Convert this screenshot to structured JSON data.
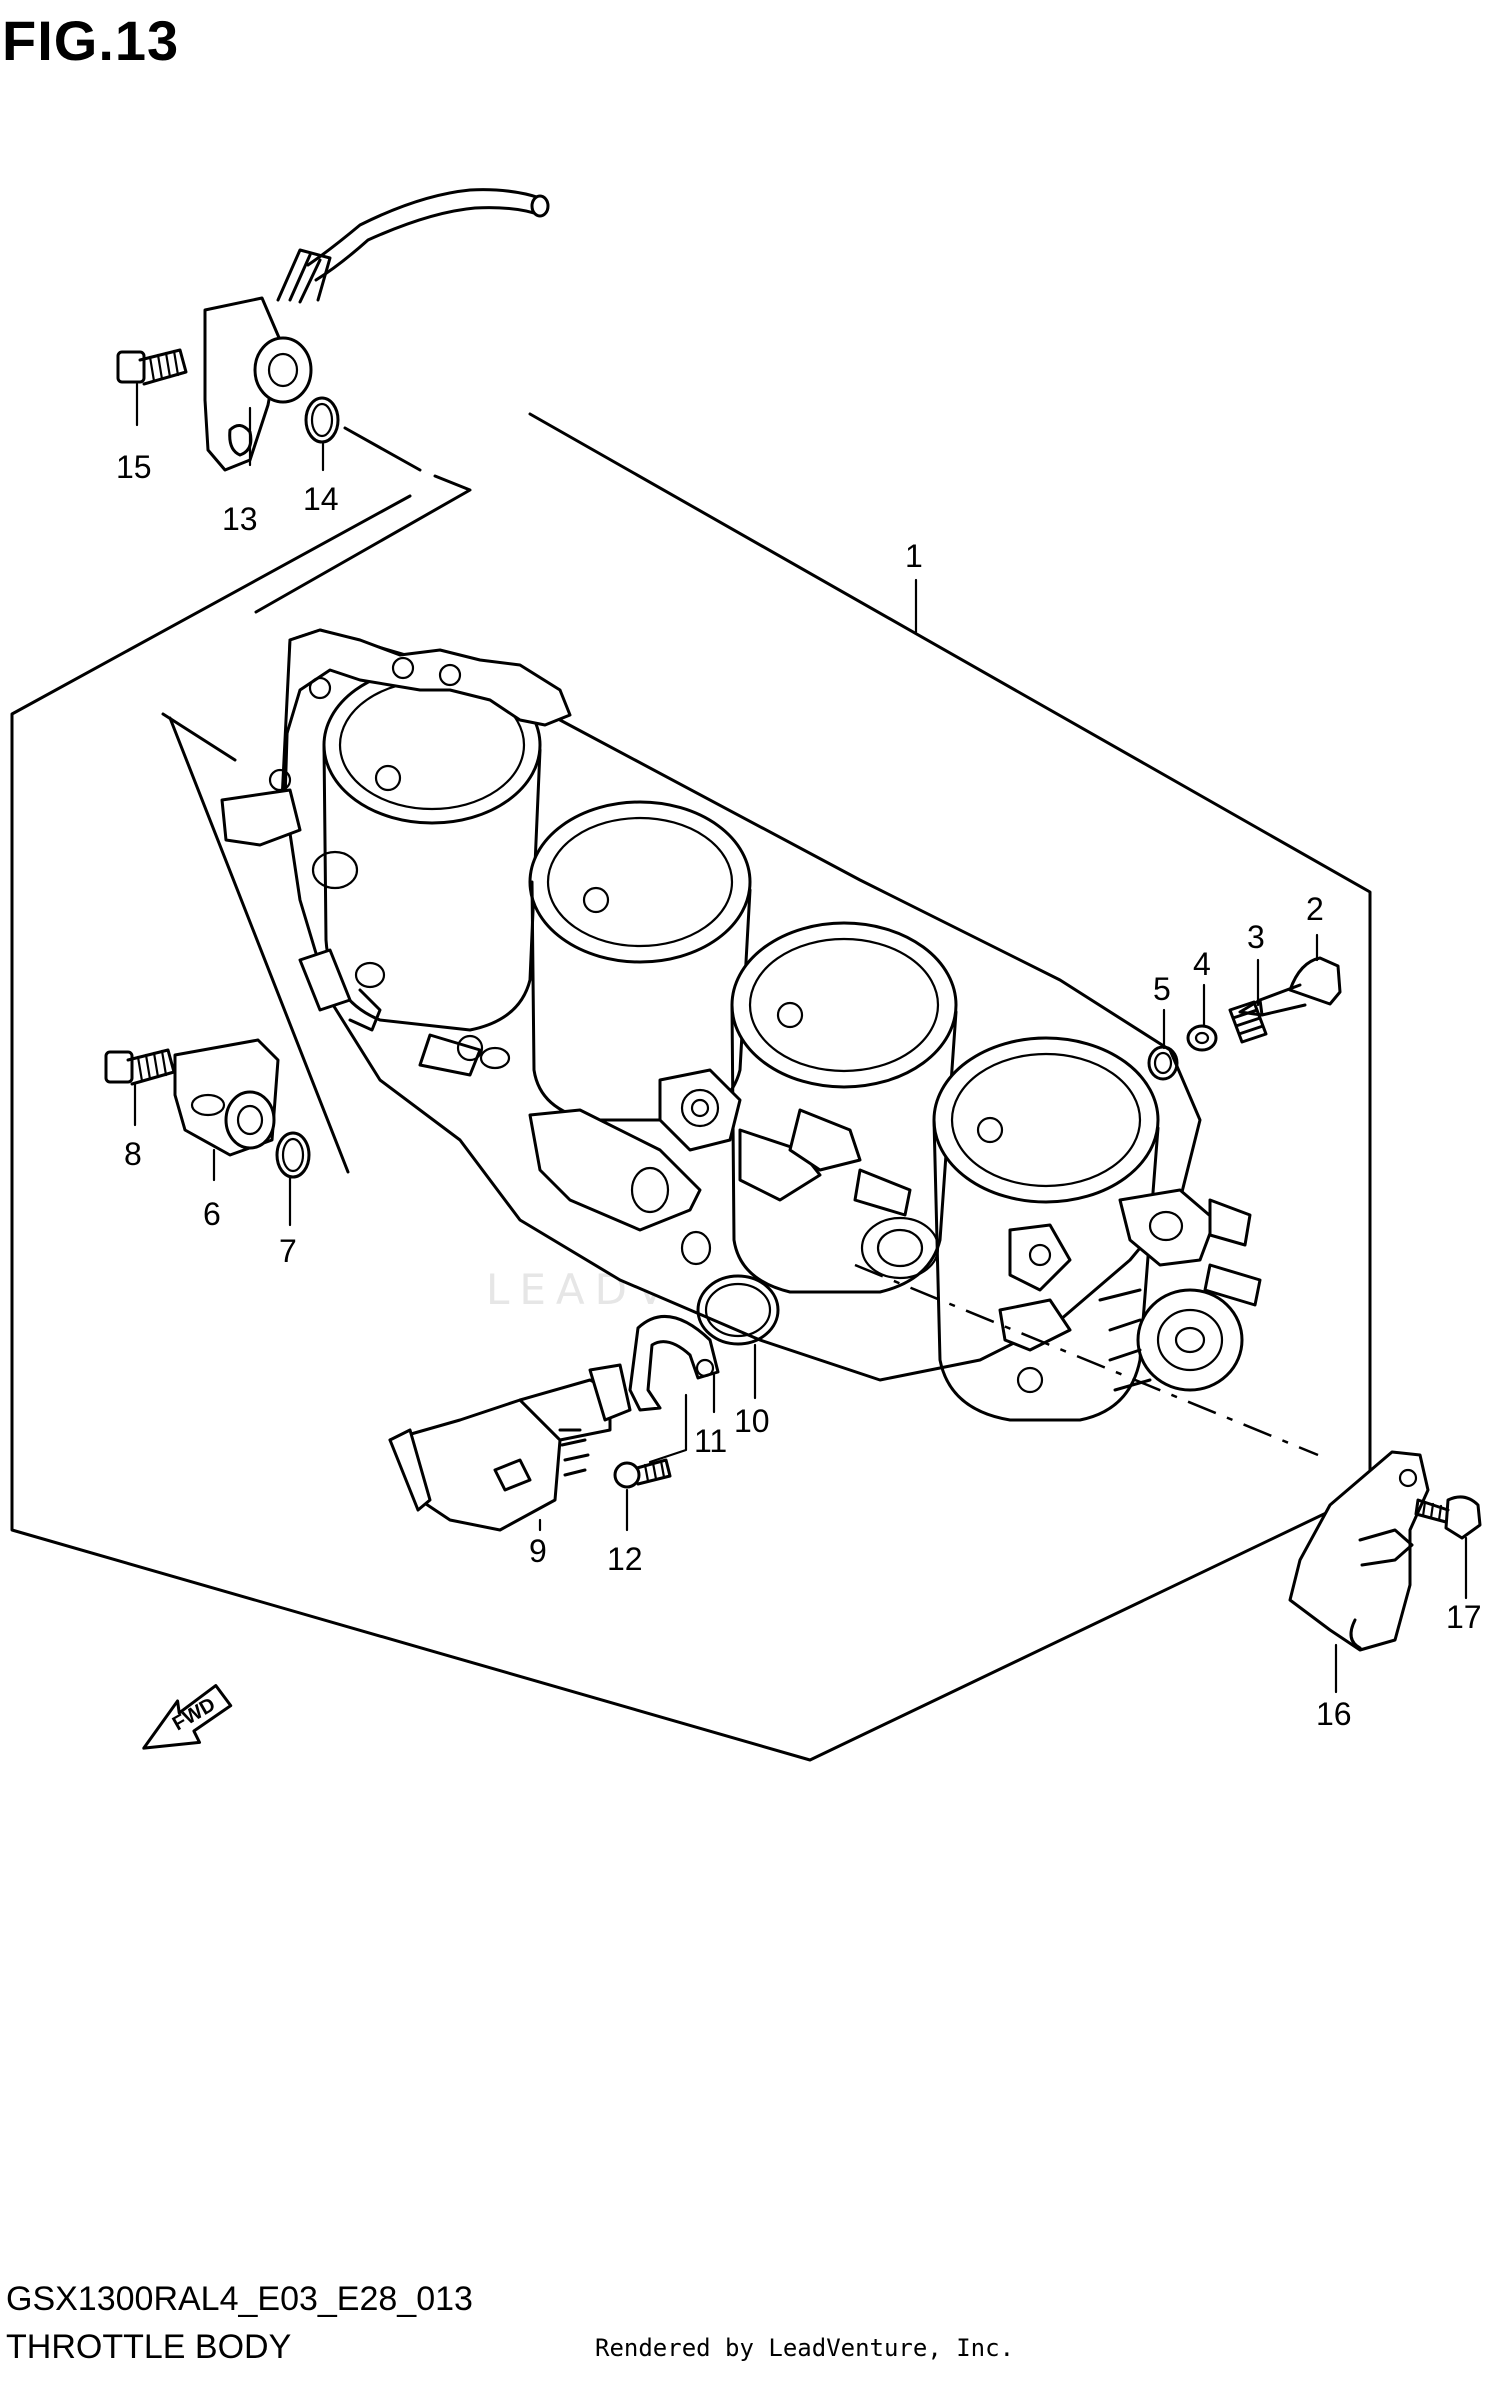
{
  "figure": {
    "title": "FIG.13",
    "model_code": "GSX1300RAL4_E03_E28_013",
    "section_name": "THROTTLE BODY",
    "rendered_by": "Rendered by LeadVenture, Inc.",
    "watermark": "LEADVENTURE",
    "fwd_arrow_text": "FWD"
  },
  "callouts": [
    "1",
    "2",
    "3",
    "4",
    "5",
    "6",
    "7",
    "8",
    "9",
    "10",
    "11",
    "12",
    "13",
    "14",
    "15",
    "16",
    "17"
  ]
}
